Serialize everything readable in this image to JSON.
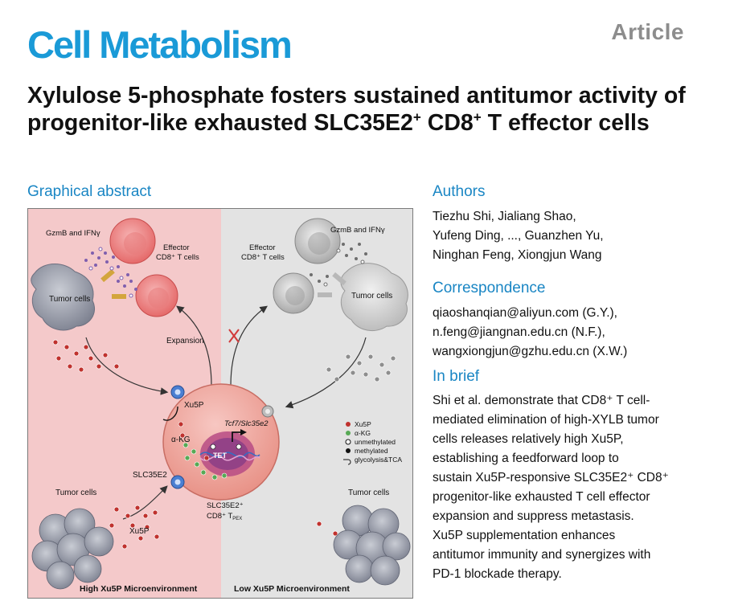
{
  "header": {
    "journal": "Cell Metabolism",
    "article_type": "Article",
    "title_part1": "Xylulose 5-phosphate fosters sustained antitumor activity of progenitor-like exhausted SLC35E2",
    "title_sup1": "+",
    "title_part2": " CD8",
    "title_sup2": "+",
    "title_part3": " T effector cells"
  },
  "graphical_abstract": {
    "heading": "Graphical abstract",
    "left_cytokines": "GzmB and IFNγ",
    "right_cytokines": "GzmB and IFNγ",
    "left_effector_line1": "Effector",
    "left_effector_line2": "CD8⁺ T cells",
    "right_effector_line1": "Effector",
    "right_effector_line2": "CD8⁺ T cells",
    "left_tumor_top": "Tumor cells",
    "right_tumor_top": "Tumor cells",
    "expansion": "Expansion",
    "xu5p_receptor": "Xu5P",
    "akg": "α-KG",
    "gene": "Tcf7/Slc35e2",
    "tet": "TET",
    "slc": "SLC35E2",
    "tpex_line1": "SLC35E2⁺",
    "tpex_line2": "CD8⁺ T",
    "tpex_sub": "PEX",
    "left_tumor_bottom": "Tumor cells",
    "right_tumor_bottom": "Tumor cells",
    "xu5p_bottom": "Xu5P",
    "legend": [
      "Xu5P",
      "α-KG",
      "unmethylated",
      "methylated",
      "glycolysis&TCA"
    ],
    "footer_left": "High Xu5P Microenvironment",
    "footer_right": "Low Xu5P Microenvironment",
    "colors": {
      "high_bg": "#f4c9ca",
      "low_bg": "#e3e3e3",
      "xu5p": "#c0322e",
      "akg": "#57a955"
    }
  },
  "authors": {
    "heading": "Authors",
    "line1": "Tiezhu Shi, Jialiang Shao,",
    "line2": "Yufeng Ding, ..., Guanzhen Yu,",
    "line3": "Ninghan Feng, Xiongjun Wang"
  },
  "correspondence": {
    "heading": "Correspondence",
    "line1": "qiaoshanqian@aliyun.com (G.Y.),",
    "line2": "n.feng@jiangnan.edu.cn (N.F.),",
    "line3": "wangxiongjun@gzhu.edu.cn (X.W.)"
  },
  "in_brief": {
    "heading": "In brief",
    "lines": [
      "Shi et al. demonstrate that CD8⁺ T cell-",
      "mediated elimination of high-XYLB tumor",
      "cells releases relatively high Xu5P,",
      "establishing a feedforward loop to",
      "sustain Xu5P-responsive SLC35E2⁺ CD8⁺",
      "progenitor-like exhausted T cell effector",
      "expansion and suppress metastasis.",
      "Xu5P supplementation enhances",
      "antitumor immunity and synergizes with",
      "PD-1 blockade therapy."
    ]
  }
}
